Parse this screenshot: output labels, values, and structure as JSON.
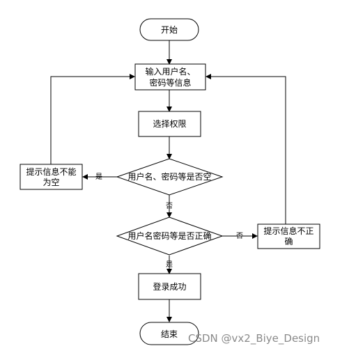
{
  "nodes": {
    "start": "开始",
    "input_line1": "输入用户名、",
    "input_line2": "密码等信息",
    "select_role": "选择权限",
    "empty_check": "用户名、密码等是否空",
    "prompt_empty_line1": "提示信息不能",
    "prompt_empty_line2": "为空",
    "correct_check": "用户名密码等是否正确",
    "prompt_wrong_line1": "提示信息不正",
    "prompt_wrong_line2": "确",
    "login_success": "登录成功",
    "end": "结束"
  },
  "edge_labels": {
    "empty_yes": "是",
    "empty_no": "否",
    "correct_no": "否",
    "correct_yes": "是"
  },
  "watermark": "CSDN @vx2_Biye_Design"
}
